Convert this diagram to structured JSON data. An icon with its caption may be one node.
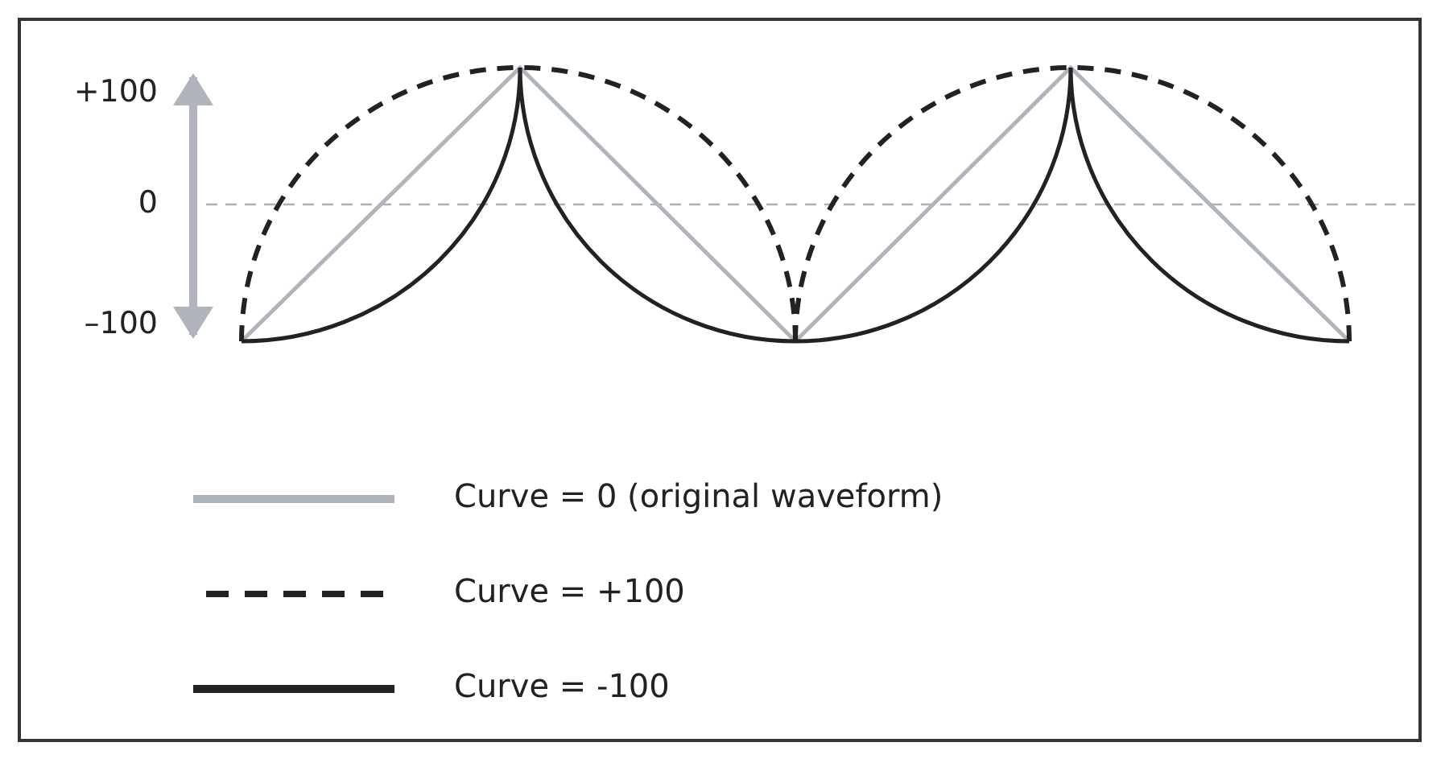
{
  "diagram": {
    "labels": [
      "+100",
      "0",
      "–100"
    ],
    "legend": [
      {
        "text": "Curve = 0 (original waveform)"
      },
      {
        "text": "Curve = +100"
      },
      {
        "text": "Curve = -100"
      }
    ]
  }
}
